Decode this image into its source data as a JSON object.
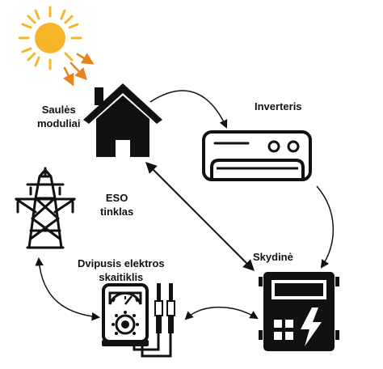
{
  "nodes": {
    "solar": {
      "line1": "Saulės",
      "line2": "moduliai"
    },
    "inverter": {
      "label": "Inverteris"
    },
    "grid": {
      "line1": "ESO",
      "line2": "tinklas"
    },
    "panel": {
      "label": "Skydinė"
    },
    "meter": {
      "line1": "Dvipusis elektros",
      "line2": "skaitiklis"
    }
  },
  "colors": {
    "sun": "#F7B62A",
    "sun_rays_to_house": "#E8821C",
    "ink": "#111111",
    "background": "#FFFFFF"
  },
  "icons": [
    "sun-icon",
    "house-icon",
    "inverter-icon",
    "power-tower-icon",
    "electrical-panel-icon",
    "meter-icon"
  ]
}
